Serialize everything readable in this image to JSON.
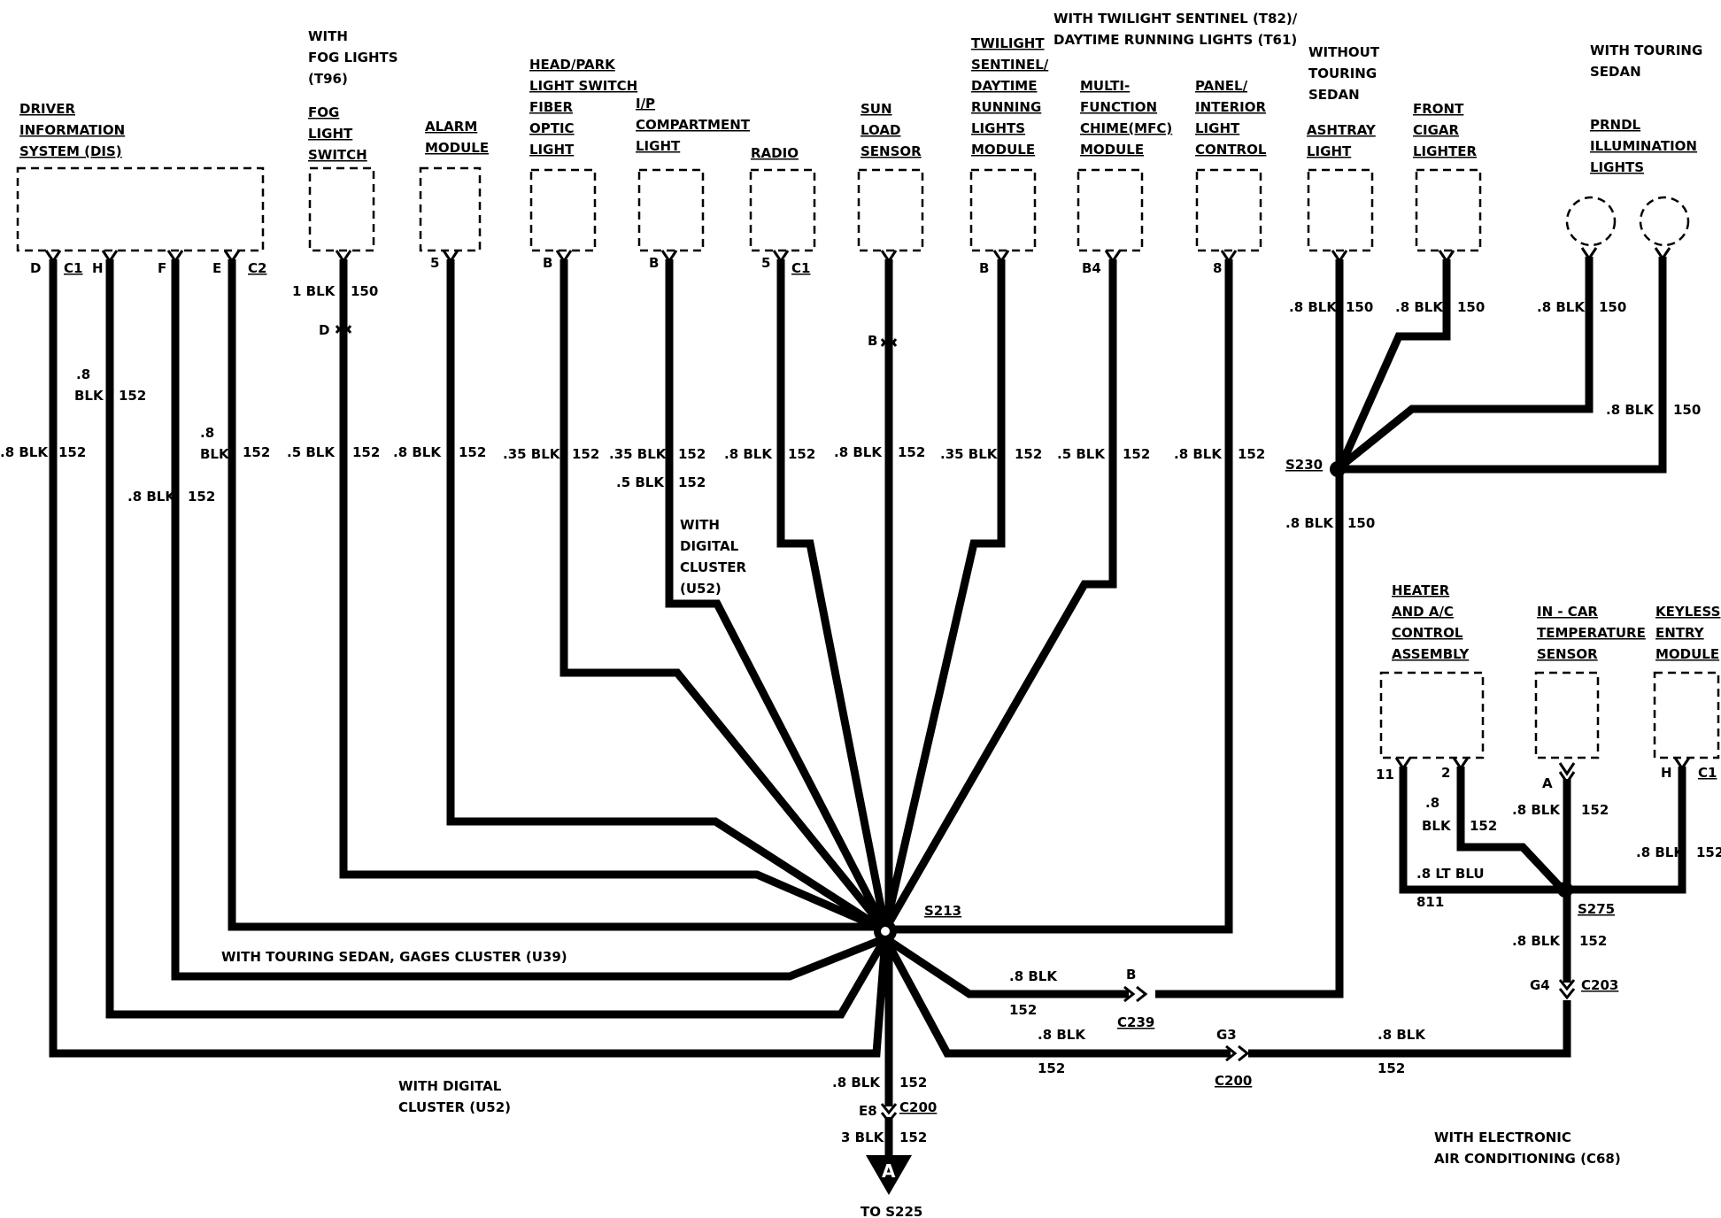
{
  "diagram": {
    "components": [
      {
        "id": "dis",
        "lines": [
          "DRIVER",
          "INFORMATION",
          "SYSTEM (DIS)"
        ]
      },
      {
        "id": "fog",
        "top": [
          "WITH",
          "FOG LIGHTS",
          "(T96)"
        ],
        "lines": [
          "FOG",
          "LIGHT",
          "SWITCH"
        ]
      },
      {
        "id": "alarm",
        "lines": [
          "ALARM",
          "MODULE"
        ]
      },
      {
        "id": "headpark",
        "lines": [
          "HEAD/PARK",
          "LIGHT SWITCH",
          "FIBER",
          "OPTIC",
          "LIGHT"
        ]
      },
      {
        "id": "ip",
        "lines": [
          "I/P",
          "COMPARTMENT",
          "LIGHT"
        ]
      },
      {
        "id": "radio",
        "lines": [
          "RADIO"
        ]
      },
      {
        "id": "sun",
        "lines": [
          "SUN",
          "LOAD",
          "SENSOR"
        ]
      },
      {
        "id": "twilight",
        "lines": [
          "TWILIGHT",
          "SENTINEL/",
          "DAYTIME",
          "RUNNING",
          "LIGHTS",
          "MODULE"
        ]
      },
      {
        "id": "mfc",
        "lines": [
          "MULTI-",
          "FUNCTION",
          "CHIME(MFC)",
          "MODULE"
        ]
      },
      {
        "id": "panel",
        "lines": [
          "PANEL/",
          "INTERIOR",
          "LIGHT",
          "CONTROL"
        ]
      },
      {
        "id": "ashtray",
        "top": [
          "WITHOUT",
          "TOURING",
          "SEDAN"
        ],
        "lines": [
          "ASHTRAY",
          "LIGHT"
        ]
      },
      {
        "id": "cigar",
        "lines": [
          "FRONT",
          "CIGAR",
          "LIGHTER"
        ]
      },
      {
        "id": "prndl",
        "top": [
          "WITH TOURING",
          "SEDAN"
        ],
        "lines": [
          "PRNDL",
          "ILLUMINATION",
          "LIGHTS"
        ]
      },
      {
        "id": "heater",
        "lines": [
          "HEATER",
          "AND A/C",
          "CONTROL",
          "ASSEMBLY"
        ]
      },
      {
        "id": "incar",
        "lines": [
          "IN - CAR",
          "TEMPERATURE",
          "SENSOR"
        ]
      },
      {
        "id": "keyless",
        "lines": [
          "KEYLESS",
          "ENTRY",
          "MODULE"
        ]
      }
    ],
    "twilight_note": [
      "WITH TWILIGHT SENTINEL (T82)/",
      "DAYTIME RUNNING LIGHTS (T61)"
    ],
    "pins": {
      "dis_d": "D",
      "dis_c1": "C1",
      "dis_h": "H",
      "dis_f": "F",
      "dis_e": "E",
      "dis_c2": "C2",
      "fog_d": "D",
      "alarm": "5",
      "headpark": "B",
      "ip": "B",
      "radio": "5",
      "radio_c1": "C1",
      "sun": "B",
      "twilight": "B",
      "mfc": "B4",
      "panel": "8",
      "heater_11": "11",
      "heater_2": "2",
      "incar_a": "A",
      "keyless_h": "H",
      "keyless_c1": "C1"
    },
    "wire_labels": {
      "dis_d": [
        ".8 BLK",
        "152"
      ],
      "dis_h": [
        ".8",
        "BLK",
        "152"
      ],
      "dis_f": [
        ".8 BLK",
        "152"
      ],
      "dis_e": [
        ".8",
        "BLK",
        "152"
      ],
      "fog_top": [
        "1 BLK",
        "150"
      ],
      "fog": [
        ".5 BLK",
        "152"
      ],
      "alarm": [
        ".8 BLK",
        "152"
      ],
      "headpark": [
        ".35 BLK",
        "152"
      ],
      "ip": [
        ".35 BLK",
        "152"
      ],
      "ip_b": [
        ".5 BLK",
        "152"
      ],
      "radio": [
        ".8 BLK",
        "152"
      ],
      "sun": [
        ".8 BLK",
        "152"
      ],
      "twilight": [
        ".35 BLK",
        "152"
      ],
      "mfc": [
        ".5 BLK",
        "152"
      ],
      "panel": [
        ".8 BLK",
        "152"
      ],
      "ashtray": [
        ".8 BLK",
        "150"
      ],
      "cigar": [
        ".8 BLK",
        "150"
      ],
      "prndl1": [
        ".8 BLK",
        "150"
      ],
      "prndl2": [
        ".8 BLK",
        "150"
      ],
      "s230_down": [
        ".8 BLK",
        "150"
      ],
      "c239_wire": [
        ".8 BLK",
        "152"
      ],
      "c200_left": [
        ".8 BLK",
        "152"
      ],
      "c200_right": [
        ".8 BLK",
        "152"
      ],
      "bottom1": [
        ".8 BLK",
        "152"
      ],
      "bottom2": [
        "3 BLK",
        "152"
      ],
      "heater2": [
        ".8",
        "BLK",
        "152"
      ],
      "heater11": [
        ".8 LT BLU",
        "811"
      ],
      "incar": [
        ".8 BLK",
        "152"
      ],
      "keyless": [
        ".8 BLK",
        "152"
      ],
      "s275_down": [
        ".8 BLK",
        "152"
      ]
    },
    "splices": {
      "s213": "S213",
      "s230": "S230",
      "s275": "S275"
    },
    "connectors": {
      "c239_pin": "B",
      "c239": "C239",
      "c200_pin": "G3",
      "c200": "C200",
      "c203_pin": "G4",
      "c203": "C203",
      "c200b_pin": "E8",
      "c200b": "C200"
    },
    "ground": {
      "letter": "A",
      "to": "TO S225"
    },
    "notes": {
      "digital_cluster": [
        "WITH",
        "DIGITAL",
        "CLUSTER",
        "(U52)"
      ],
      "touring_gages": "WITH TOURING SEDAN, GAGES CLUSTER (U39)",
      "with_digital": [
        "WITH DIGITAL",
        "CLUSTER (U52)"
      ],
      "electronic_ac": [
        "WITH ELECTRONIC",
        "AIR CONDITIONING (C68)"
      ]
    }
  }
}
